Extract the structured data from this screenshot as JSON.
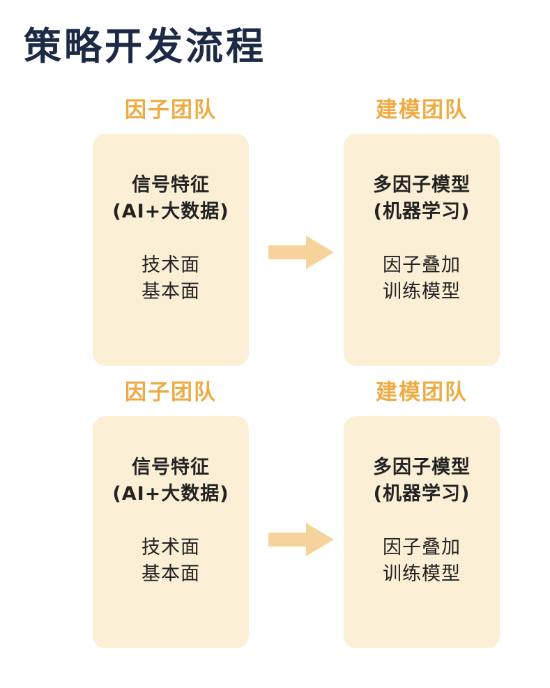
{
  "title": "策略开发流程",
  "colors": {
    "title": "#1c2a45",
    "team_label": "#eeab43",
    "card_bg": "#fbf0d6",
    "arrow": "#f7d39c"
  },
  "rows": [
    {
      "left": {
        "team": "因子团队",
        "bold_lines": [
          "信号特征",
          "(AI+大数据)"
        ],
        "plain_lines": [
          "技术面",
          "基本面"
        ]
      },
      "arrow_icon": "arrow-right-icon",
      "right": {
        "team": "建模团队",
        "bold_lines": [
          "多因子模型",
          "(机器学习)"
        ],
        "plain_lines": [
          "因子叠加",
          "训练模型"
        ]
      }
    },
    {
      "left": {
        "team": "因子团队",
        "bold_lines": [
          "信号特征",
          "(AI+大数据)"
        ],
        "plain_lines": [
          "技术面",
          "基本面"
        ]
      },
      "arrow_icon": "arrow-right-icon",
      "right": {
        "team": "建模团队",
        "bold_lines": [
          "多因子模型",
          "(机器学习)"
        ],
        "plain_lines": [
          "因子叠加",
          "训练模型"
        ]
      }
    }
  ]
}
